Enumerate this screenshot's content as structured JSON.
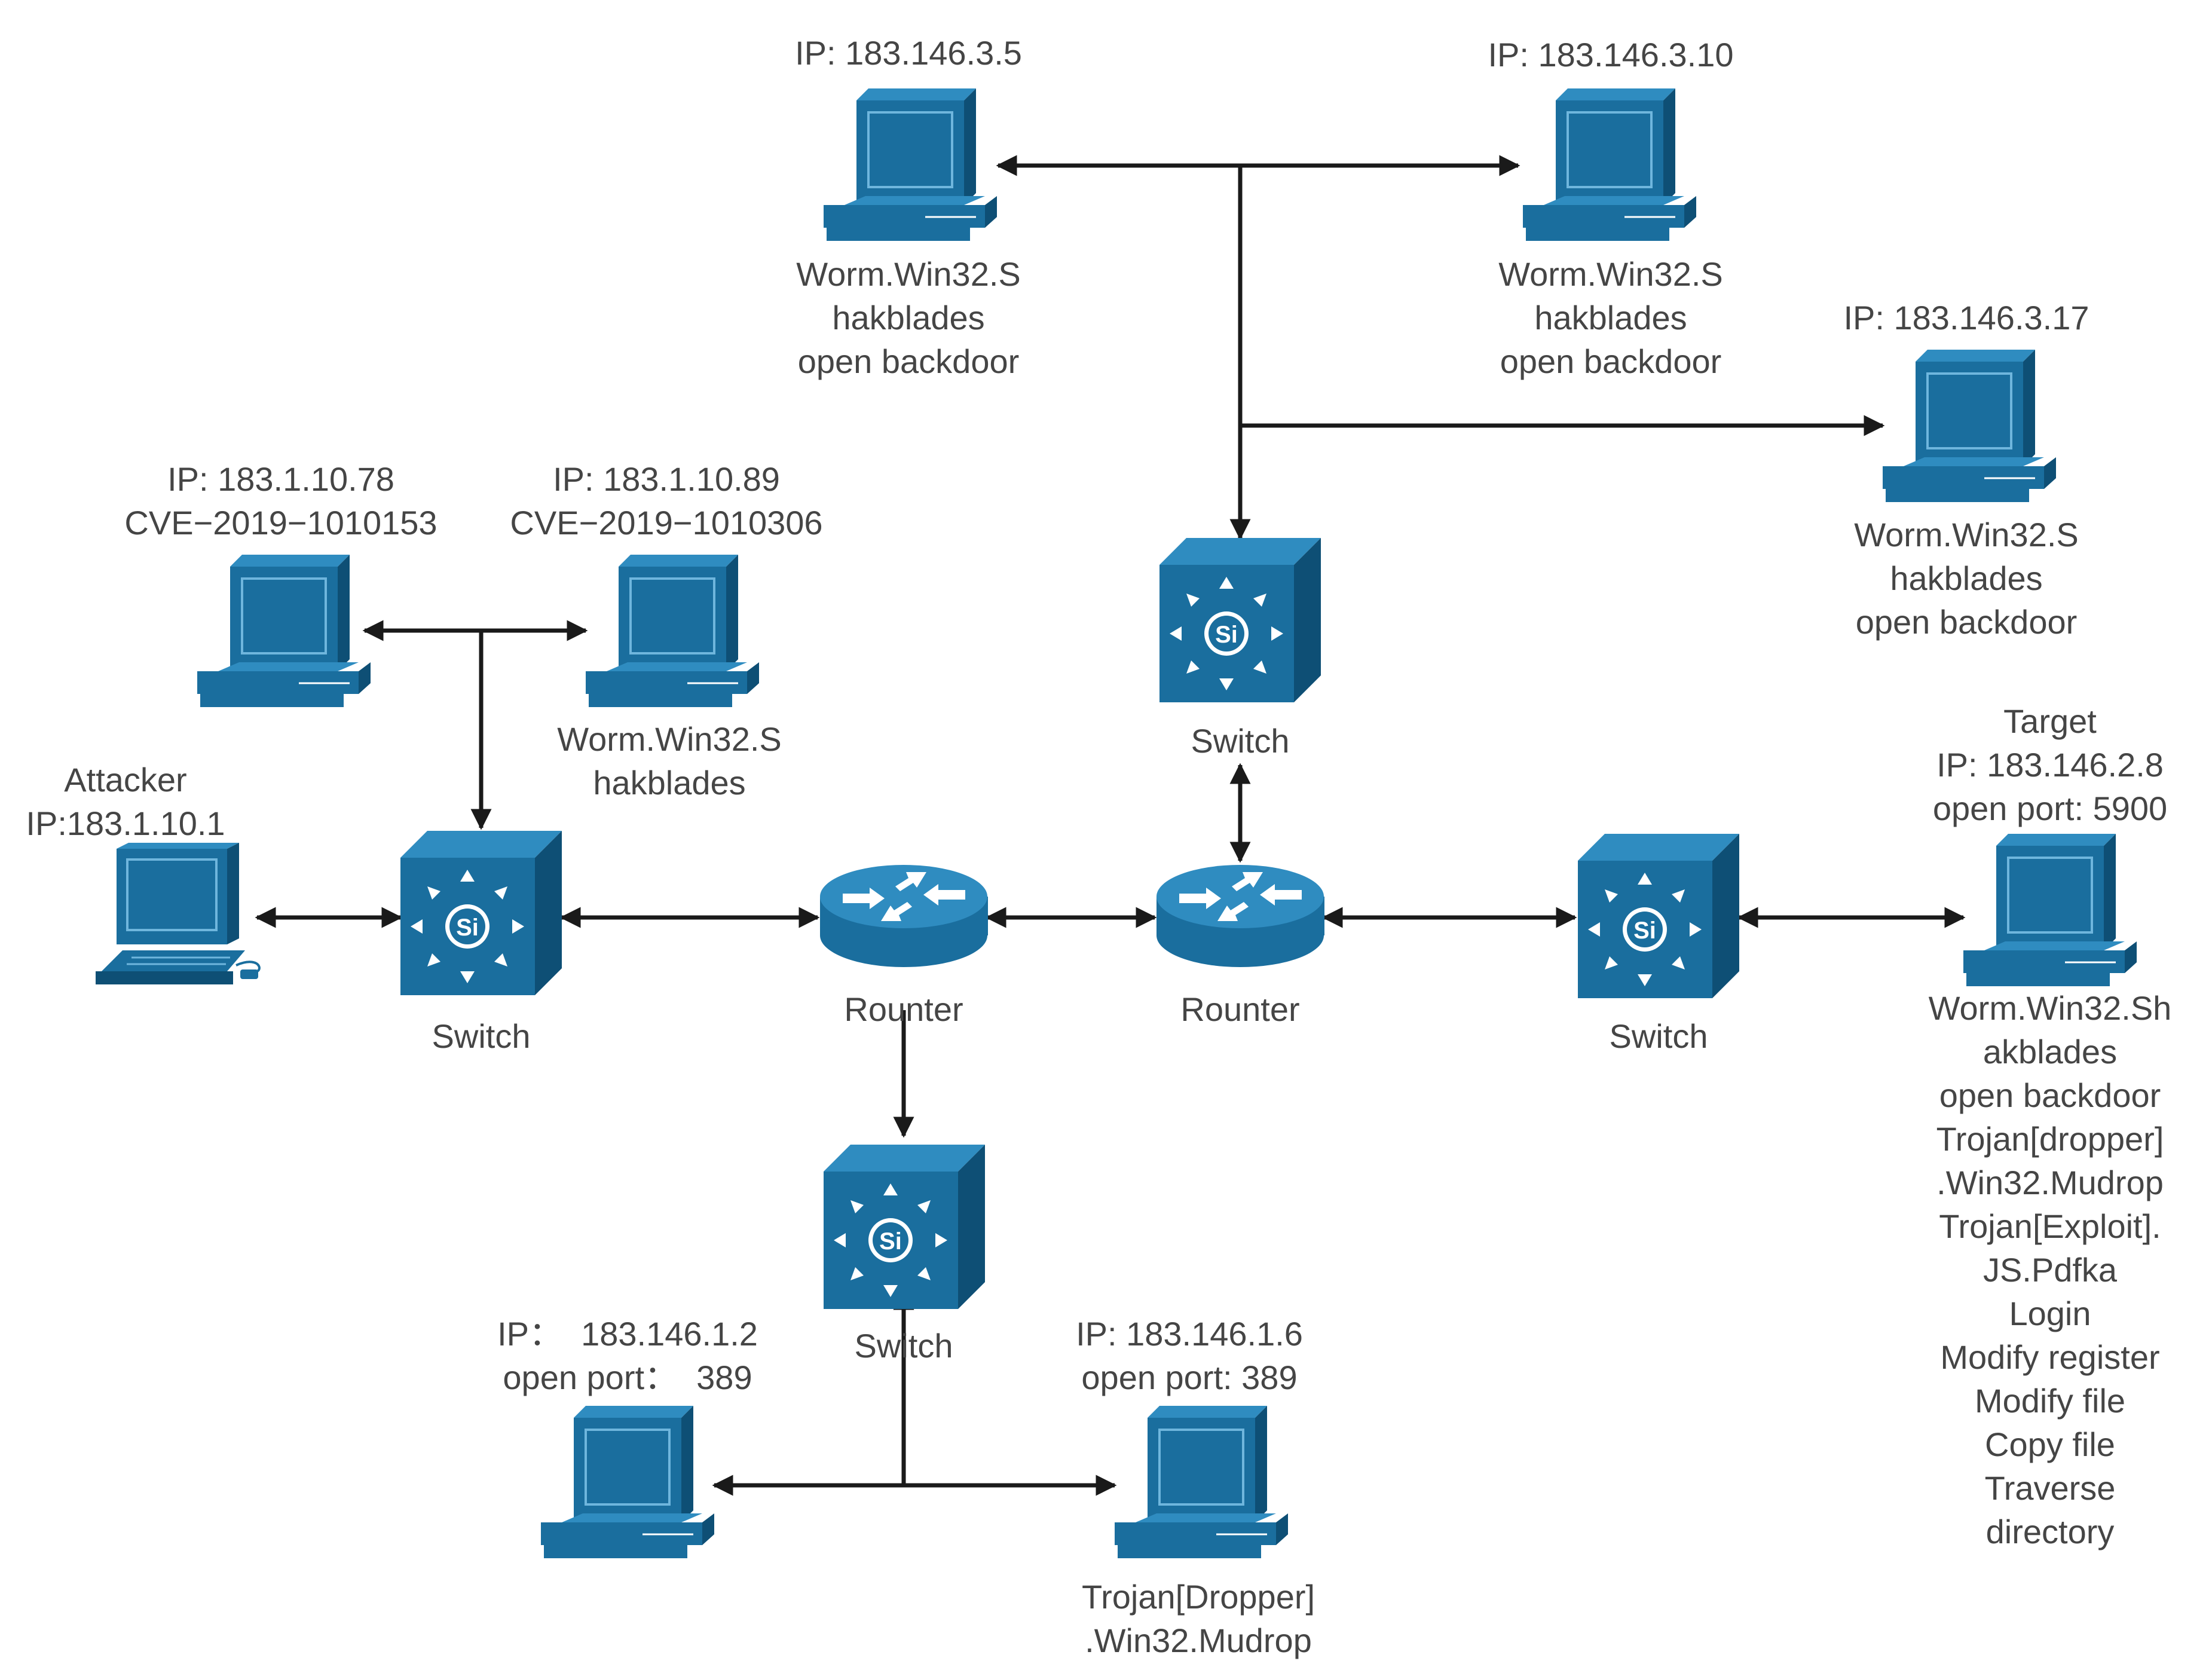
{
  "colors": {
    "device": "#1a6e9e",
    "device_dark": "#0e4f75",
    "device_light": "#2f8cc0",
    "wire": "#1a1a1a",
    "text": "#454545"
  },
  "icons": {
    "computer": "computer-icon",
    "switch": "switch-icon",
    "router": "router-icon",
    "laptop": "laptop-icon"
  },
  "labels": {
    "top_left_pc_ip": "IP: 183.146.3.5",
    "top_left_pc_desc": "Worm.Win32.S\nhakblades\nopen backdoor",
    "top_right_pc_ip": "IP: 183.146.3.10",
    "top_right_pc_desc": "Worm.Win32.S\nhakblades\nopen backdoor",
    "right_pc_ip": "IP: 183.146.3.17",
    "right_pc_desc": "Worm.Win32.S\nhakblades\nopen backdoor",
    "left_pc1_info": "IP: 183.1.10.78\nCVE−2019−1010153",
    "left_pc2_info": "IP: 183.1.10.89\nCVE−2019−1010306",
    "left_pc2_desc": "Worm.Win32.S\nhakblades",
    "attacker": "Attacker\nIP:183.1.10.1",
    "switch_left": "Switch",
    "switch_top": "Switch",
    "switch_right": "Switch",
    "switch_bottom": "Switch",
    "router_left": "Rounter",
    "router_right": "Rounter",
    "target_info": "Target\nIP: 183.146.2.8\nopen port: 5900",
    "target_desc": "Worm.Win32.Sh\nakblades\nopen backdoor\nTrojan[dropper]\n.Win32.Mudrop\nTrojan[Exploit].\nJS.Pdfka\nLogin\nModify register\nModify file\nCopy file\nTraverse\ndirectory",
    "bottom_pc1_info": "IP：  183.146.1.2\nopen port：  389",
    "bottom_pc2_info": "IP: 183.146.1.6\nopen port: 389",
    "bottom_pc2_desc": "Trojan[Dropper]\n.Win32.Mudrop"
  }
}
